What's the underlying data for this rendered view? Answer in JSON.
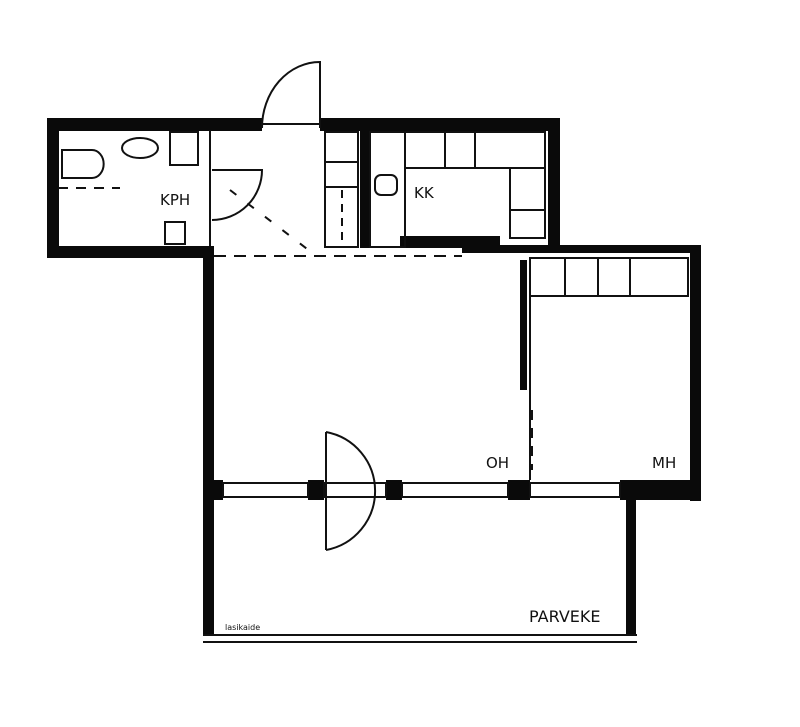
{
  "rooms": {
    "bathroom": "KPH",
    "kitchen": "KK",
    "living_room": "OH",
    "bedroom": "MH",
    "balcony": "PARVEKE"
  },
  "notes": {
    "railing": "lasikaide"
  },
  "colors": {
    "wall": "#0a0a0a",
    "background": "#ffffff"
  }
}
